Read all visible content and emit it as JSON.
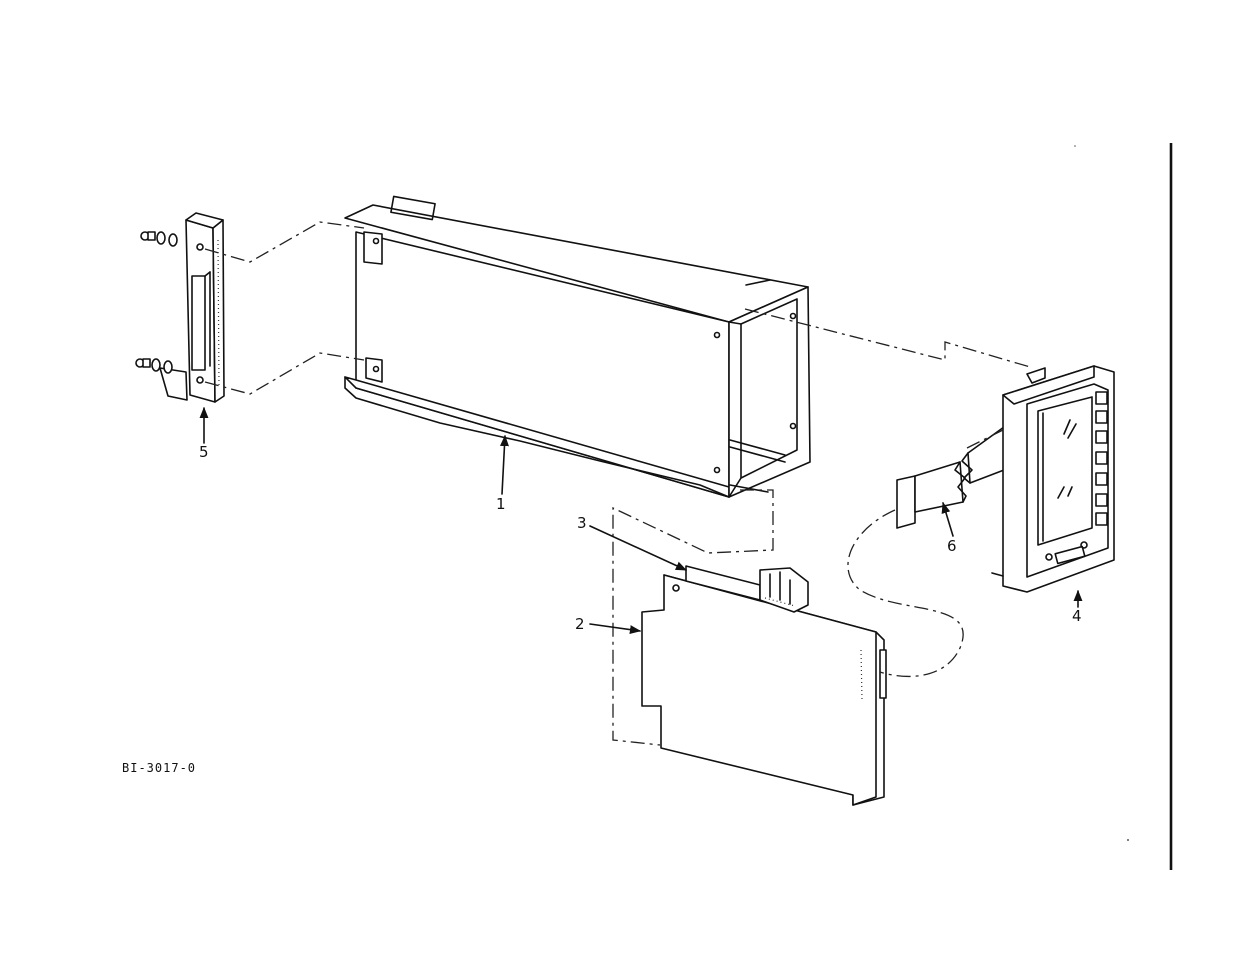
{
  "figure_id": "BI-3017-0",
  "callouts": [
    {
      "id": "callout-1",
      "text": "1"
    },
    {
      "id": "callout-2",
      "text": "2"
    },
    {
      "id": "callout-3",
      "text": "3"
    },
    {
      "id": "callout-4",
      "text": "4"
    },
    {
      "id": "callout-5",
      "text": "5"
    },
    {
      "id": "callout-6",
      "text": "6"
    }
  ]
}
